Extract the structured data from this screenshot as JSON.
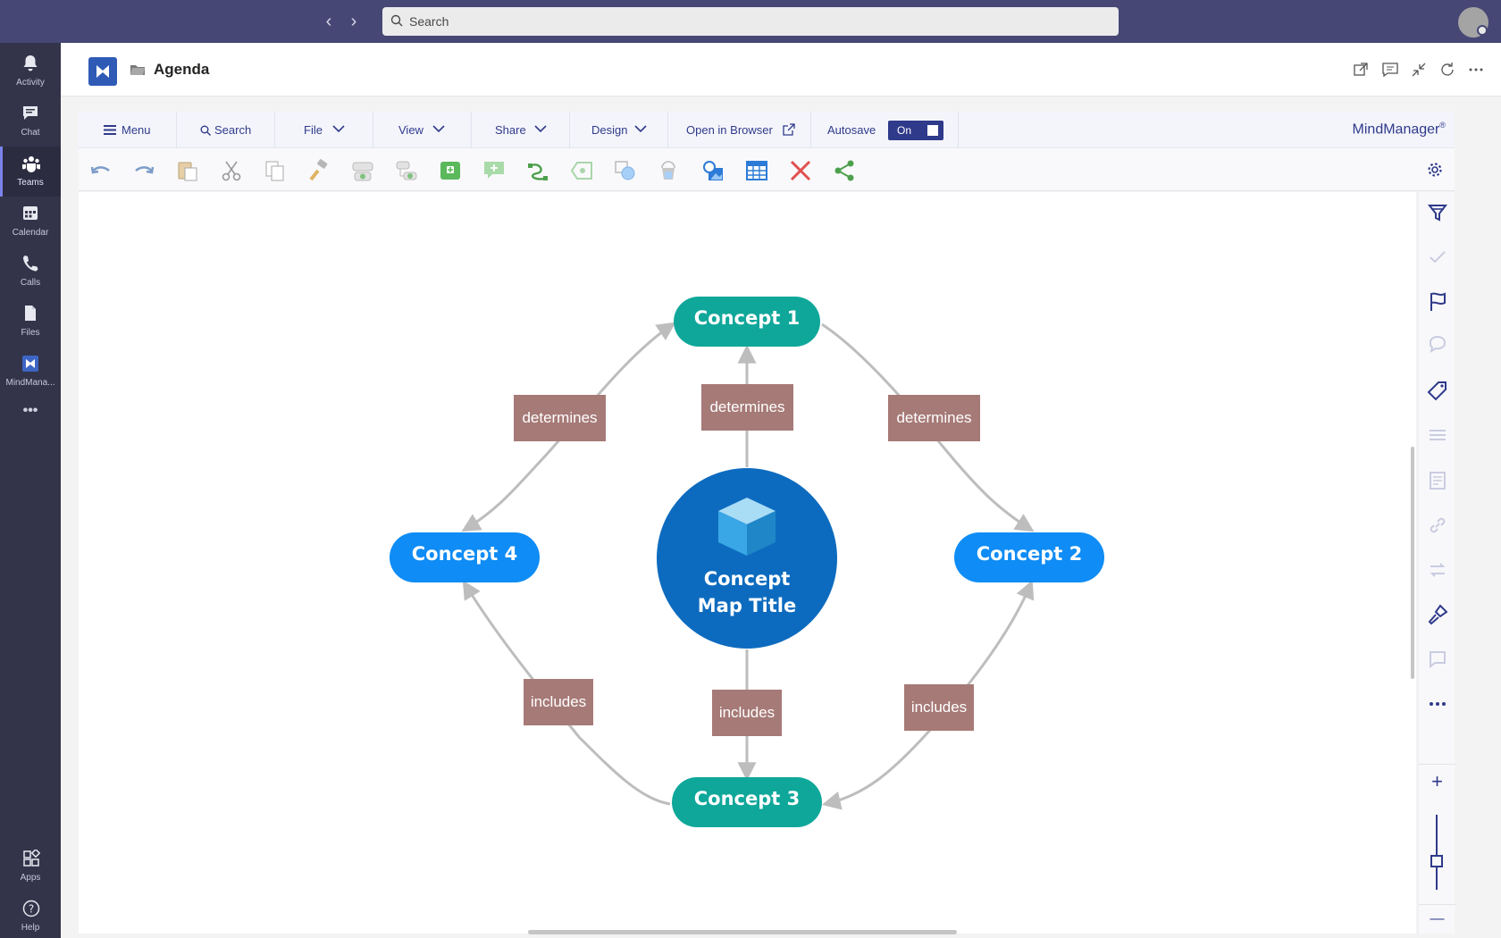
{
  "titlebar": {
    "search_placeholder": "Search"
  },
  "rail": {
    "items": [
      {
        "label": "Activity",
        "icon": "bell-icon"
      },
      {
        "label": "Chat",
        "icon": "chat-icon"
      },
      {
        "label": "Teams",
        "icon": "teams-icon",
        "active": true
      },
      {
        "label": "Calendar",
        "icon": "calendar-icon"
      },
      {
        "label": "Calls",
        "icon": "phone-icon"
      },
      {
        "label": "Files",
        "icon": "file-icon"
      },
      {
        "label": "MindMana...",
        "icon": "mindmanager-icon"
      }
    ],
    "more": "•••",
    "bottom": [
      {
        "label": "Apps",
        "icon": "apps-icon"
      },
      {
        "label": "Help",
        "icon": "help-icon"
      }
    ]
  },
  "app_header": {
    "title": "Agenda"
  },
  "menubar": {
    "menu": "Menu",
    "search": "Search",
    "file": "File",
    "view": "View",
    "share": "Share",
    "design": "Design",
    "open_in_browser": "Open in Browser",
    "autosave": "Autosave",
    "autosave_state": "On",
    "brand": "MindManager",
    "brand_mark": "®"
  },
  "toolbar_tools": [
    "undo-icon",
    "redo-icon",
    "paste-icon",
    "cut-icon",
    "copy-icon",
    "format-painter-icon",
    "add-subtopic-icon",
    "add-child-topic-icon",
    "add-floating-topic-icon",
    "add-callout-icon",
    "add-relationship-icon",
    "add-boundary-icon",
    "add-shape-icon",
    "fill-bucket-icon",
    "insert-image-icon",
    "insert-table-icon",
    "delete-icon",
    "share-icon"
  ],
  "map": {
    "central": {
      "line1": "Concept",
      "line2": "Map Title"
    },
    "concepts": {
      "c1": "Concept 1",
      "c2": "Concept 2",
      "c3": "Concept 3",
      "c4": "Concept 4"
    },
    "links": {
      "top_left": "determines",
      "top_center": "determines",
      "top_right": "determines",
      "bottom_left": "includes",
      "bottom_center": "includes",
      "bottom_right": "includes"
    },
    "colors": {
      "teal_node": "#0fa79a",
      "blue_node": "#0f8cf5",
      "central": "#0d6bbf",
      "link_label": "#a67a77",
      "connector": "#bdbdbd"
    }
  },
  "right_panel_tools": [
    "filter-icon",
    "task-check-icon",
    "flag-icon",
    "comment-icon",
    "tag-icon",
    "list-icon",
    "notes-icon",
    "link-icon",
    "relationship-icon",
    "brush-icon",
    "callout-icon",
    "more-icon"
  ],
  "zoom": {
    "plus": "+",
    "minus": "—"
  }
}
